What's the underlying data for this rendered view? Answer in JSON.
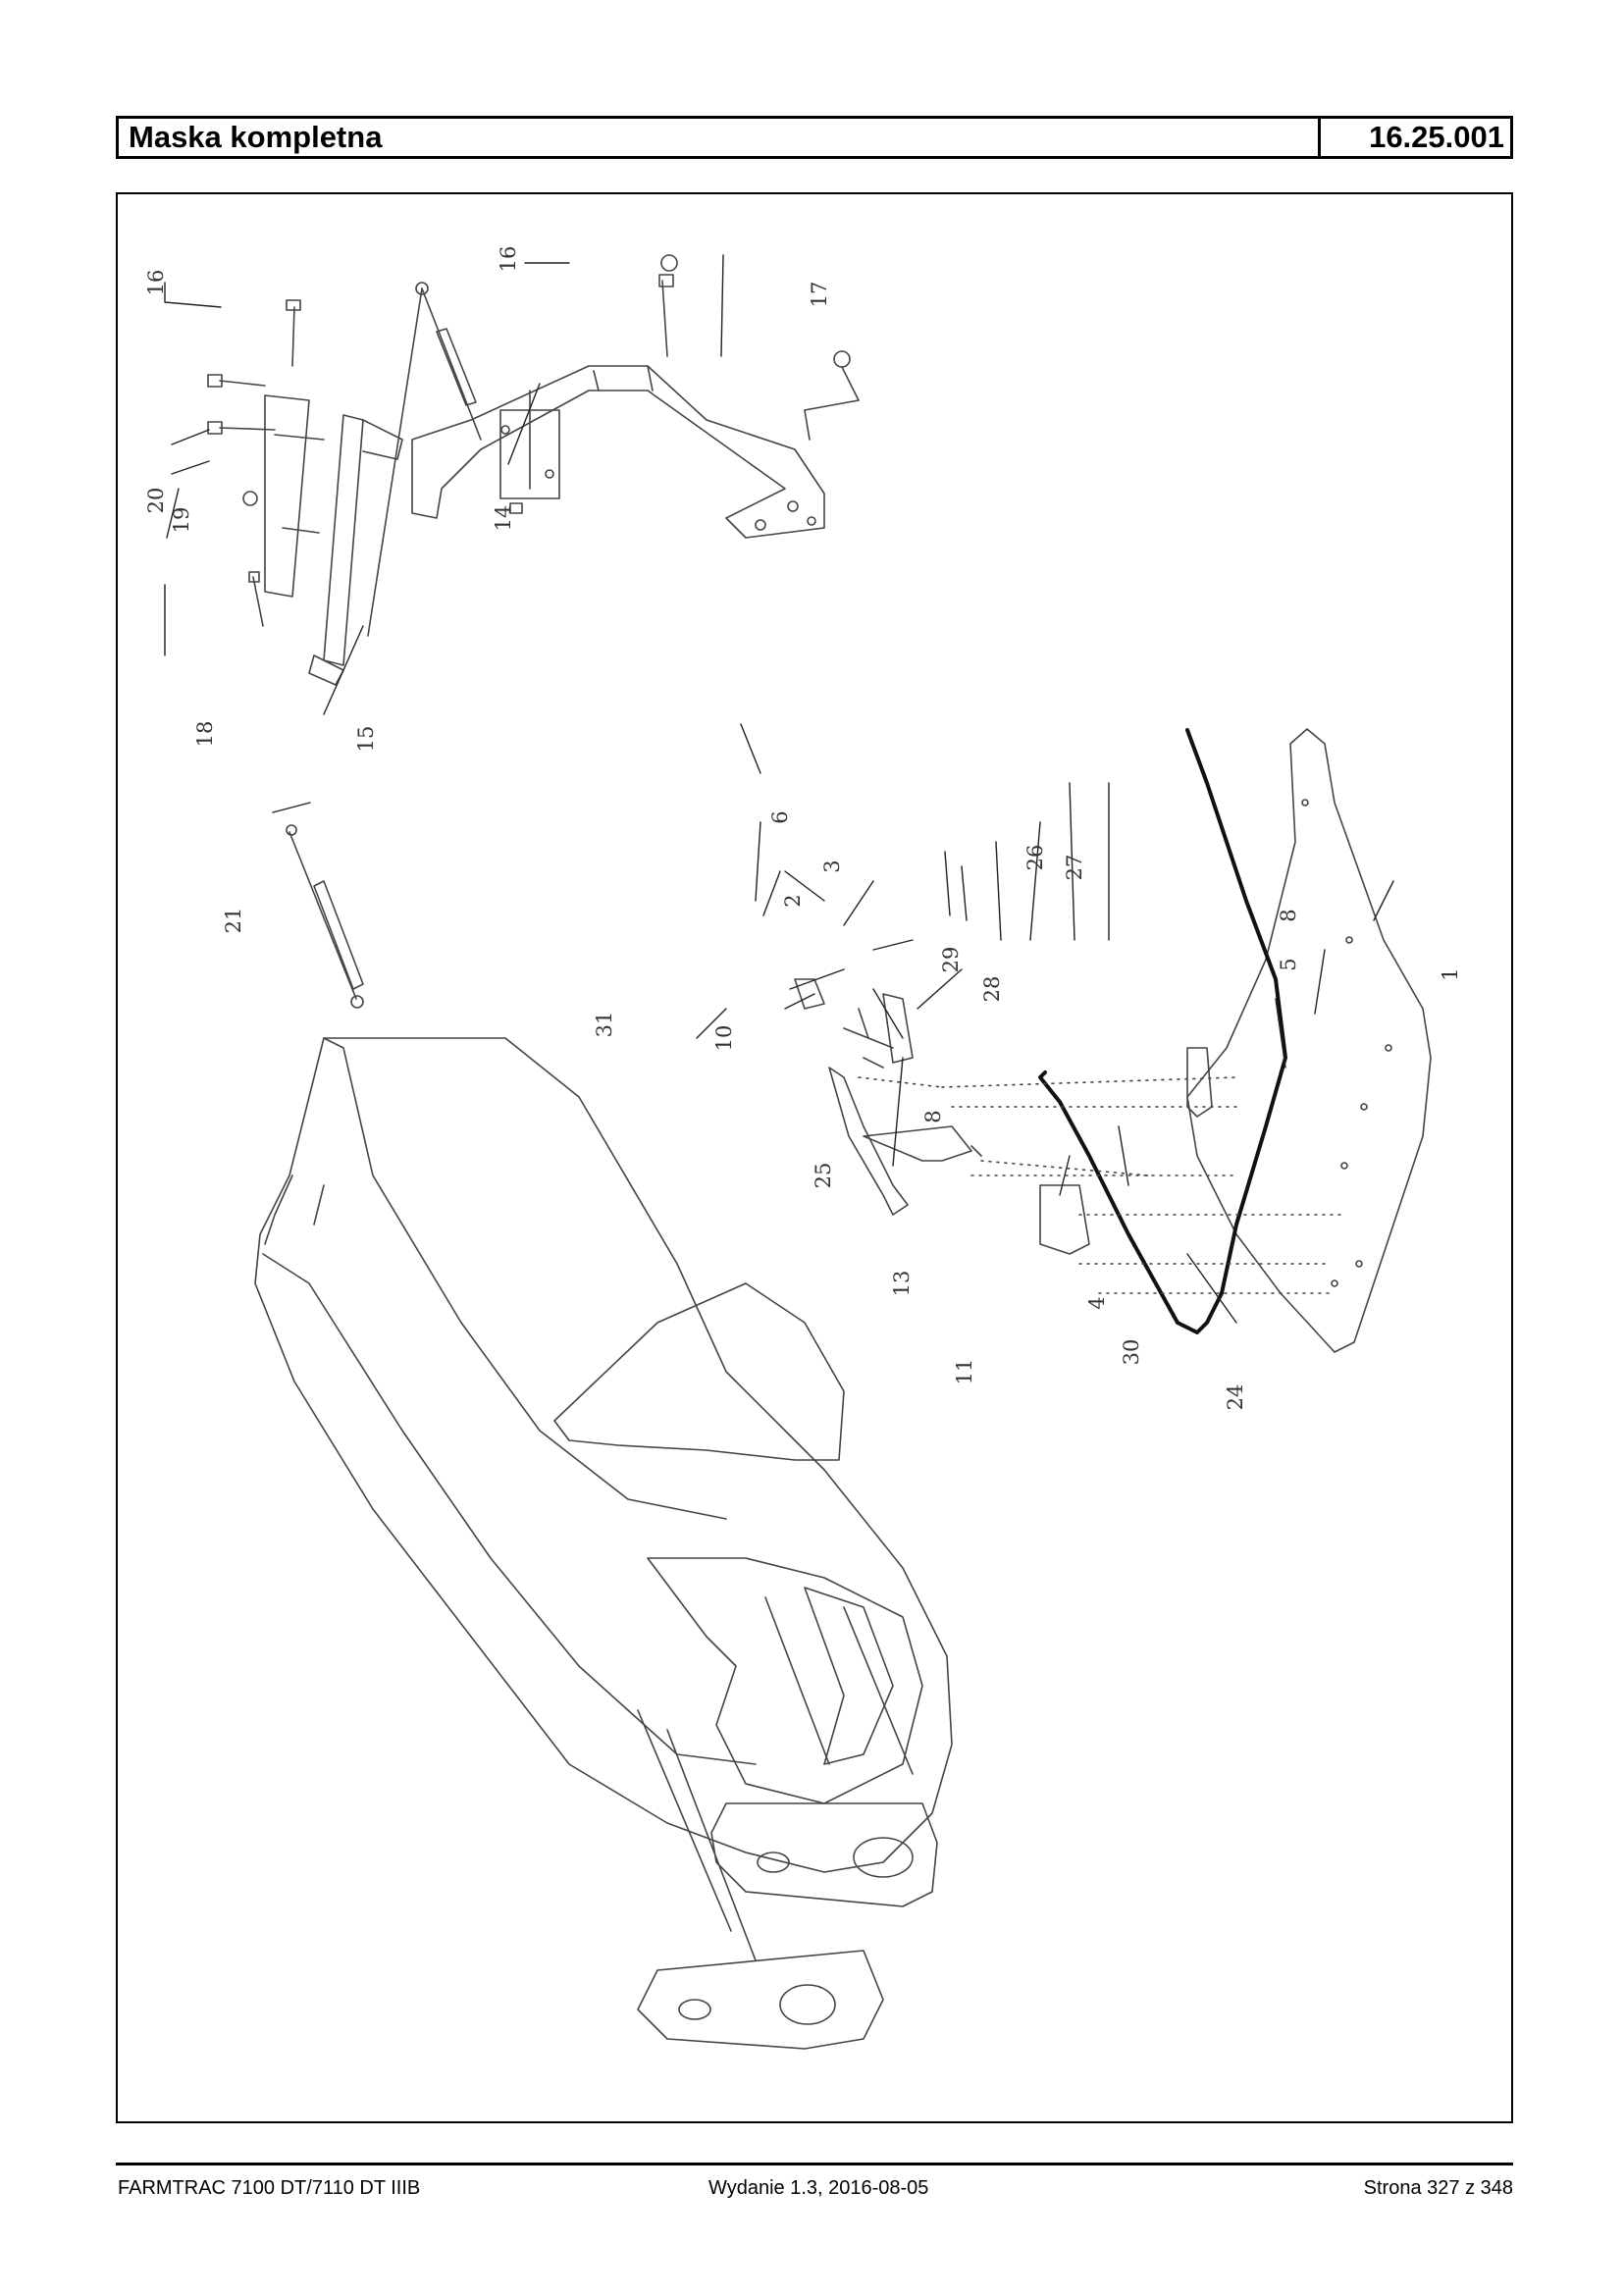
{
  "header": {
    "title": "Maska kompletna",
    "code": "16.25.001"
  },
  "drawing": {
    "callouts": [
      "1",
      "2",
      "3",
      "4",
      "5",
      "6",
      "8",
      "8",
      "10",
      "11",
      "13",
      "14",
      "15",
      "16",
      "16",
      "17",
      "18",
      "19",
      "20",
      "21",
      "24",
      "25",
      "26",
      "27",
      "28",
      "29",
      "30",
      "31"
    ]
  },
  "footer": {
    "model": "FARMTRAC 7100 DT/7110 DT IIIB",
    "edition": "Wydanie 1.3,  2016-08-05",
    "page": "Strona 327 z 348"
  }
}
